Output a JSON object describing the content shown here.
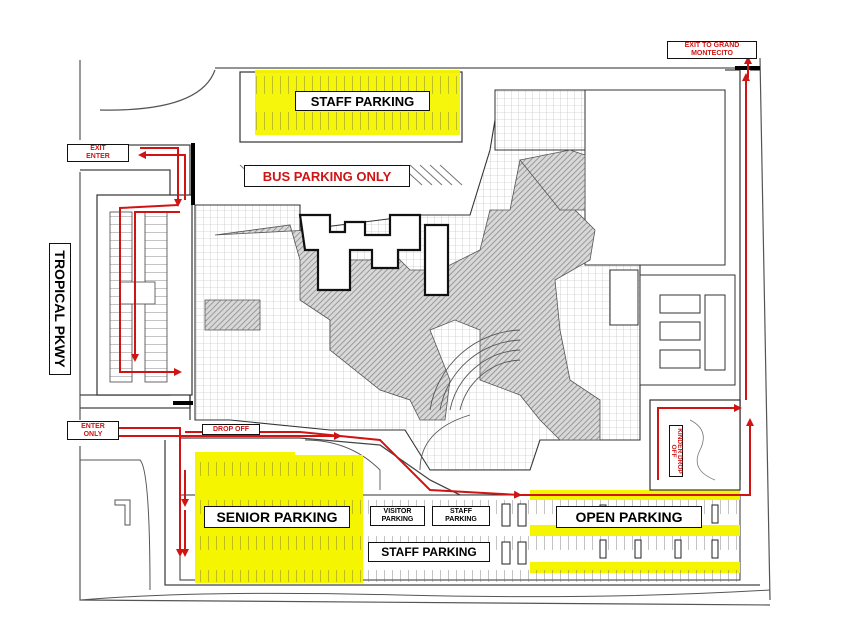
{
  "map": {
    "road": "TROPICAL PKWY",
    "labels": {
      "staff_parking_top": "STAFF PARKING",
      "bus_parking": "BUS PARKING ONLY",
      "senior_parking": "SENIOR PARKING",
      "visitor_parking": "VISITOR PARKING",
      "staff_parking_small": "STAFF PARKING",
      "open_parking": "OPEN PARKING",
      "staff_parking_bottom": "STAFF PARKING",
      "drop_off": "DROP OFF",
      "kinder_drop_off": "KINDER DROP OFF",
      "exit_enter": "EXIT ENTER",
      "enter_only": "ENTER ONLY",
      "exit_grand_montecito": "EXIT TO GRAND MONTECITO"
    },
    "colors": {
      "route_arrow": "#d01414",
      "parking_highlight": "#f5f500",
      "building_hatch": "#9a9a9a",
      "outline": "#222222"
    }
  }
}
